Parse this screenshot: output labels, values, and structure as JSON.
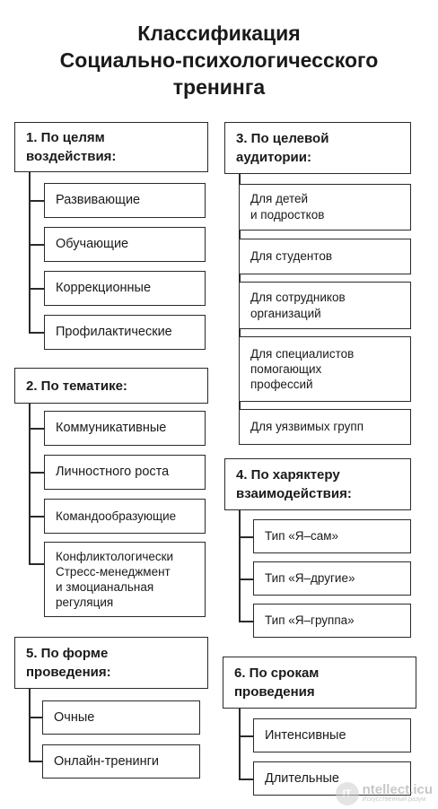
{
  "title": {
    "line1": "Классификация",
    "line2": "Социально-психологичесского",
    "line3": "тренинга"
  },
  "sections": [
    {
      "heading": "1. По целям\nвоздействия:",
      "items": [
        "Развивающие",
        "Обучающие",
        "Коррекционные",
        "Профилактические"
      ]
    },
    {
      "heading": "2. По тематике:",
      "items": [
        "Коммуникативные",
        "Личностного роста",
        "Командообразующие",
        "Конфликтологически\nСтресс-менеджмент\nи змоцианальная\nрегуляция"
      ]
    },
    {
      "heading": "3. По целевой\nаудитории:",
      "items": [
        "Для детей\nи подростков",
        "Для студентов",
        "Для сотрудников\nорганизаций",
        "Для специалистов\nпомогающих\nпрофессий",
        "Для уязвимых групп"
      ]
    },
    {
      "heading": "4. По харяктеру\nвзаимодействия:",
      "items": [
        "Тип «Я–сам»",
        "Тип «Я–другие»",
        "Тип «Я–группа»"
      ]
    },
    {
      "heading": "5. По форме\nпроведения:",
      "items": [
        "Очные",
        "Онлайн-тренинги"
      ]
    },
    {
      "heading": "6. По срокам\nпроведения",
      "items": [
        "Интенсивные",
        "Длительные"
      ]
    }
  ],
  "watermark": {
    "logo": "IT",
    "text": "ntellect.icu",
    "sub": "Искусственный разум"
  }
}
